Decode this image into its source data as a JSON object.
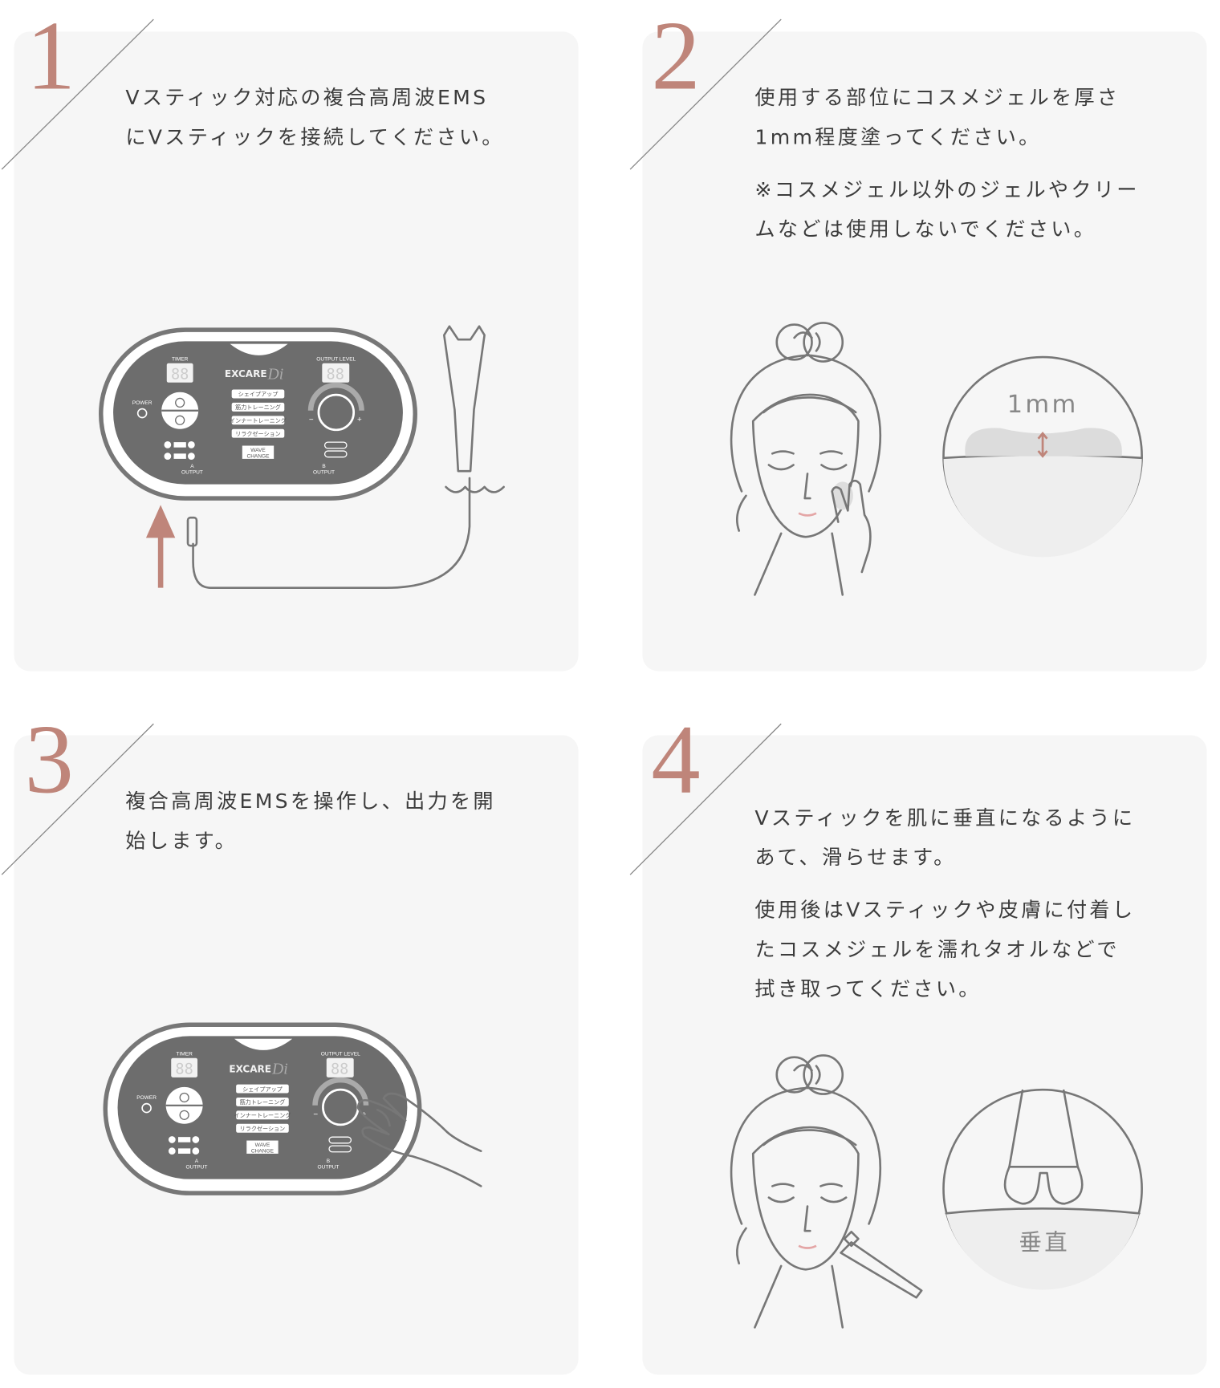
{
  "accent_color": "#bf857a",
  "steps": [
    {
      "number": "1",
      "paragraphs": [
        "Vスティック対応の複合高周波EMS",
        "にVスティックを接続してください。"
      ]
    },
    {
      "number": "2",
      "paragraphs": [
        "使用する部位にコスメジェルを厚さ1mm程度塗ってください。",
        "※コスメジェル以外のジェルやクリームなどは使用しないでください。"
      ],
      "inset_label": "1mm"
    },
    {
      "number": "3",
      "paragraphs": [
        "複合高周波EMSを操作し、出力を開始します。"
      ]
    },
    {
      "number": "4",
      "paragraphs": [
        "Vスティックを肌に垂直になるようにあて、滑らせます。",
        "使用後はVスティックや皮膚に付着したコスメジェルを濡れタオルなどで拭き取ってください。"
      ],
      "inset_label": "垂直"
    }
  ],
  "device": {
    "brand": "EXCARE",
    "brand_mark": "Di",
    "timer_label": "TIMER",
    "output_level_label": "OUTPUT LEVEL",
    "power_label": "POWER",
    "display_value": "88",
    "modes": [
      "シェイプアップ",
      "筋力トレーニング",
      "インナートレーニング",
      "リラクゼーション"
    ],
    "wave_change": [
      "WAVE",
      "CHANGE"
    ],
    "output_a": [
      "A",
      "OUTPUT"
    ],
    "output_b": [
      "B",
      "OUTPUT"
    ]
  }
}
